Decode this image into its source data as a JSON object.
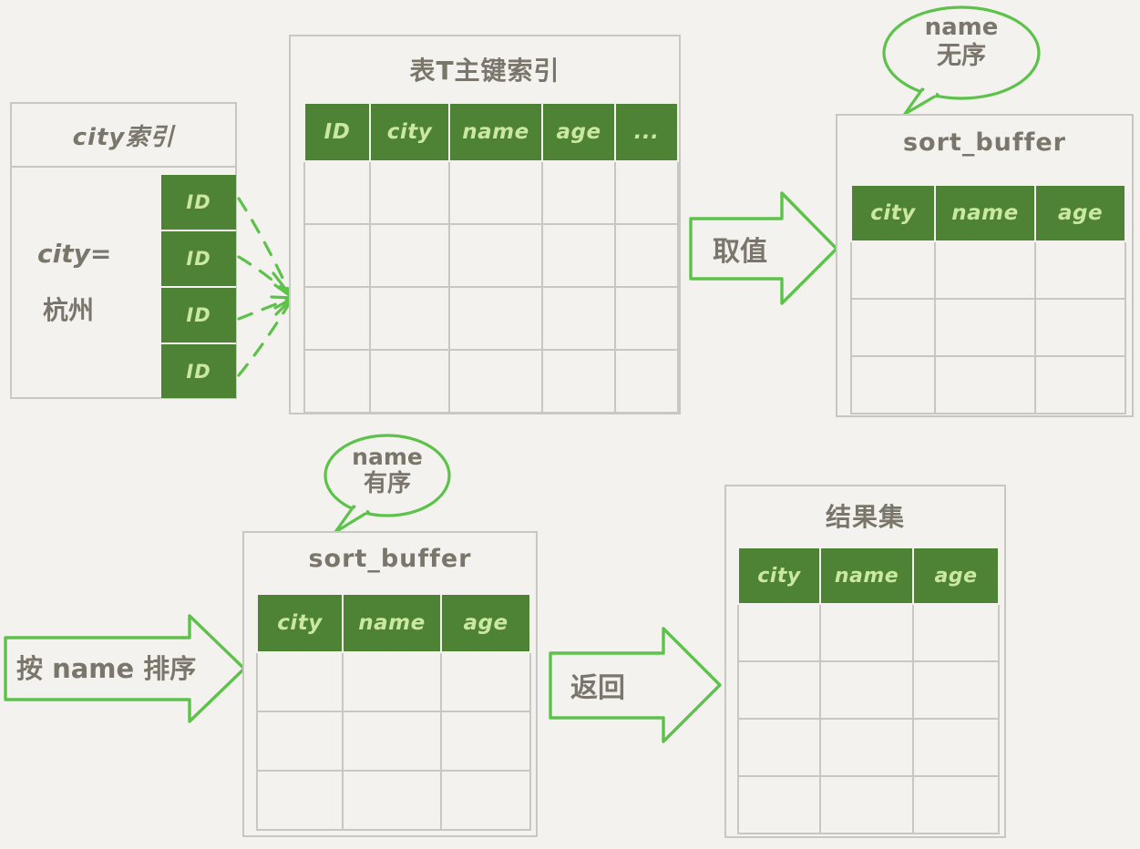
{
  "diagram": {
    "title": "MySQL order by sort_buffer flow",
    "background_color": "#f3f2ee",
    "accent_green": "#4e8234",
    "header_text_color": "#cbe8a0",
    "arrow_green": "#5cc24a",
    "ink_color": "#7b766b",
    "border_color": "#c9c7c1"
  },
  "city_index": {
    "title": "city索引",
    "condition": "city=\n杭州",
    "condition_line1": "city=",
    "condition_line2": "杭州",
    "id_cells": [
      "ID",
      "ID",
      "ID",
      "ID"
    ]
  },
  "table_t": {
    "title": "表T主键索引",
    "columns": [
      "ID",
      "city",
      "name",
      "age",
      "..."
    ],
    "empty_rows": 4
  },
  "sort_buffer_unsorted": {
    "title": "sort_buffer",
    "columns": [
      "city",
      "name",
      "age"
    ],
    "empty_rows": 3,
    "bubble": {
      "line1": "name",
      "line2": "无序"
    }
  },
  "sort_buffer_sorted": {
    "title": "sort_buffer",
    "columns": [
      "city",
      "name",
      "age"
    ],
    "empty_rows": 3,
    "bubble": {
      "line1": "name",
      "line2": "有序"
    }
  },
  "result_set": {
    "title": "结果集",
    "columns": [
      "city",
      "name",
      "age"
    ],
    "empty_rows": 4
  },
  "arrows": {
    "fetch": "取值",
    "sort_by_name": "按 name 排序",
    "return": "返回"
  }
}
